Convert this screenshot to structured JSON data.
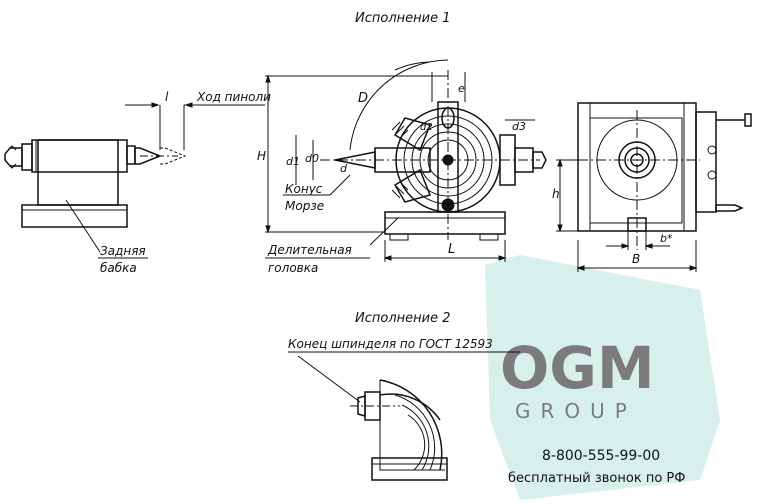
{
  "sections": {
    "variant1": "Исполнение 1",
    "variant2": "Исполнение 2"
  },
  "labels": {
    "quill_travel": "Ход пиноли",
    "tailstock_line1": "Задняя",
    "tailstock_line2": "бабка",
    "taper_line1": "Конус",
    "taper_line2": "Морзе",
    "indexing_line1": "Делительная",
    "indexing_line2": "головка",
    "spindle_end": "Конец шпинделя по ГОСТ 12593"
  },
  "dimensions": {
    "l": "l",
    "H": "H",
    "h": "h",
    "d1": "d1",
    "d0": "d0",
    "d": "d",
    "D": "D",
    "d2": "d2",
    "d3": "d3",
    "L": "L",
    "B": "B",
    "b": "b*",
    "e": "e"
  },
  "watermark": {
    "logo": "OGM",
    "sub": "GROUP",
    "phone": "8-800-555-99-00",
    "note": "бесплатный звонок по РФ",
    "color": "#8fd1c4",
    "text_color": "#c98a2e"
  }
}
